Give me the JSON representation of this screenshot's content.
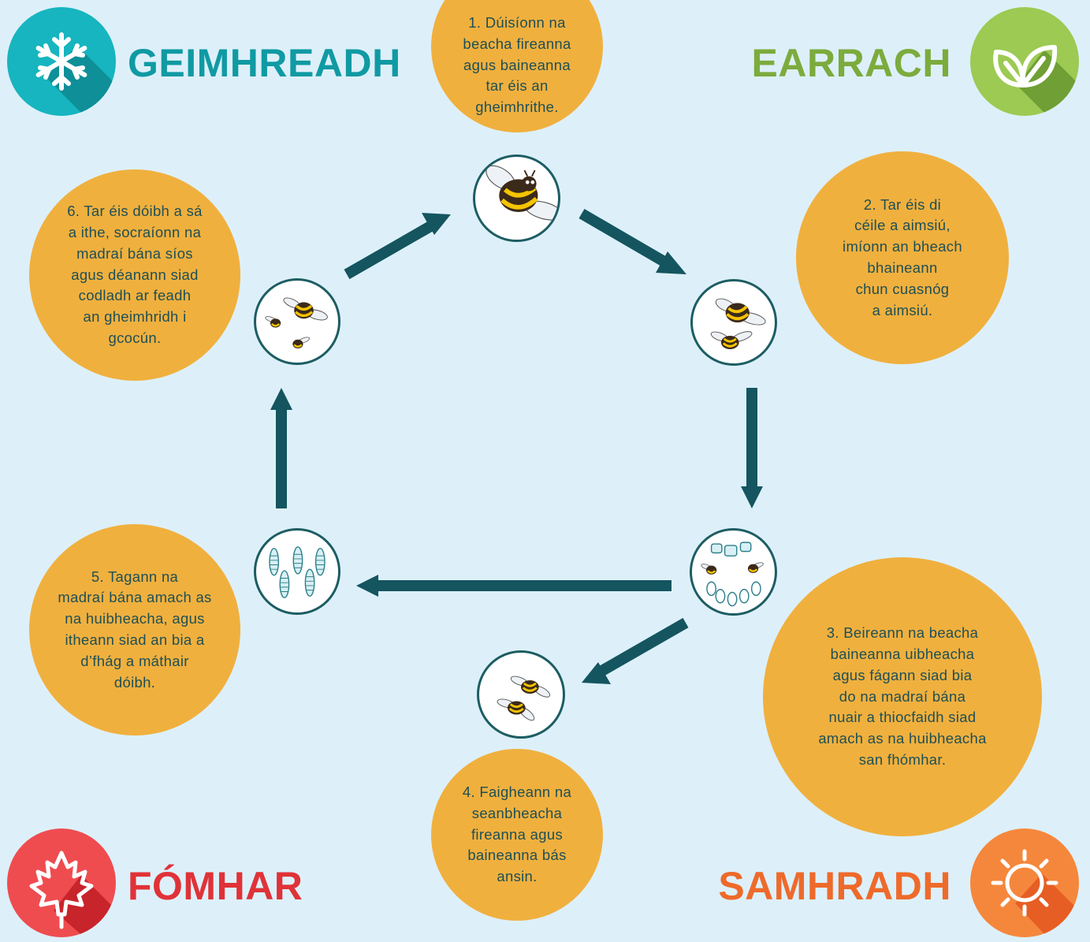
{
  "seasons": {
    "winter": {
      "label": "GEIMHREADH",
      "icon": "snowflake-icon",
      "color": "#109aa3"
    },
    "spring": {
      "label": "EARRACH",
      "icon": "leaf-icon",
      "color": "#7cab3d"
    },
    "autumn": {
      "label": "FÓMHAR",
      "icon": "maple-leaf-icon",
      "color": "#e03238"
    },
    "summer": {
      "label": "SAMHRADH",
      "icon": "sun-icon",
      "color": "#ee6a2b"
    }
  },
  "steps": [
    {
      "text": "1. Dúisíonn na\nbeacha fireanna\nagus baineanna\ntar éis an\ngheimhrithe."
    },
    {
      "text": "2. Tar éis di\ncéile a aimsiú,\nimíonn an bheach\nbhaineann\nchun cuasnóg\na aimsiú."
    },
    {
      "text": "3. Beireann na beacha\nbaineanna uibheacha\nagus fágann siad bia\ndo na madraí bána\nnuair a thiocfaidh siad\namach as na huibheacha\nsan fhómhar."
    },
    {
      "text": "4. Faigheann na\nseanbheacha\nfireanna agus\nbaineanna bás\nansin."
    },
    {
      "text": "5. Tagann na\nmadraí bána amach as\nna huibheacha, agus\nitheann siad an bia a\nd’fhág a máthair\ndóibh."
    },
    {
      "text": "6. Tar éis dóibh a sá\na ithe, socraíonn na\nmadraí bána síos\nagus déanann siad\ncodladh ar feadh\nan gheimhridh i\ngcocún."
    }
  ],
  "nodes": [
    {
      "icon": "single-bee-icon"
    },
    {
      "icon": "two-bees-icon"
    },
    {
      "icon": "nest-eggs-icon"
    },
    {
      "icon": "two-bees-icon"
    },
    {
      "icon": "larvae-icon"
    },
    {
      "icon": "three-bees-icon"
    }
  ],
  "colors": {
    "background": "#ddf0fa",
    "bubble": "#f0b03e",
    "arrow": "#14555f",
    "text": "#1e4f55"
  }
}
